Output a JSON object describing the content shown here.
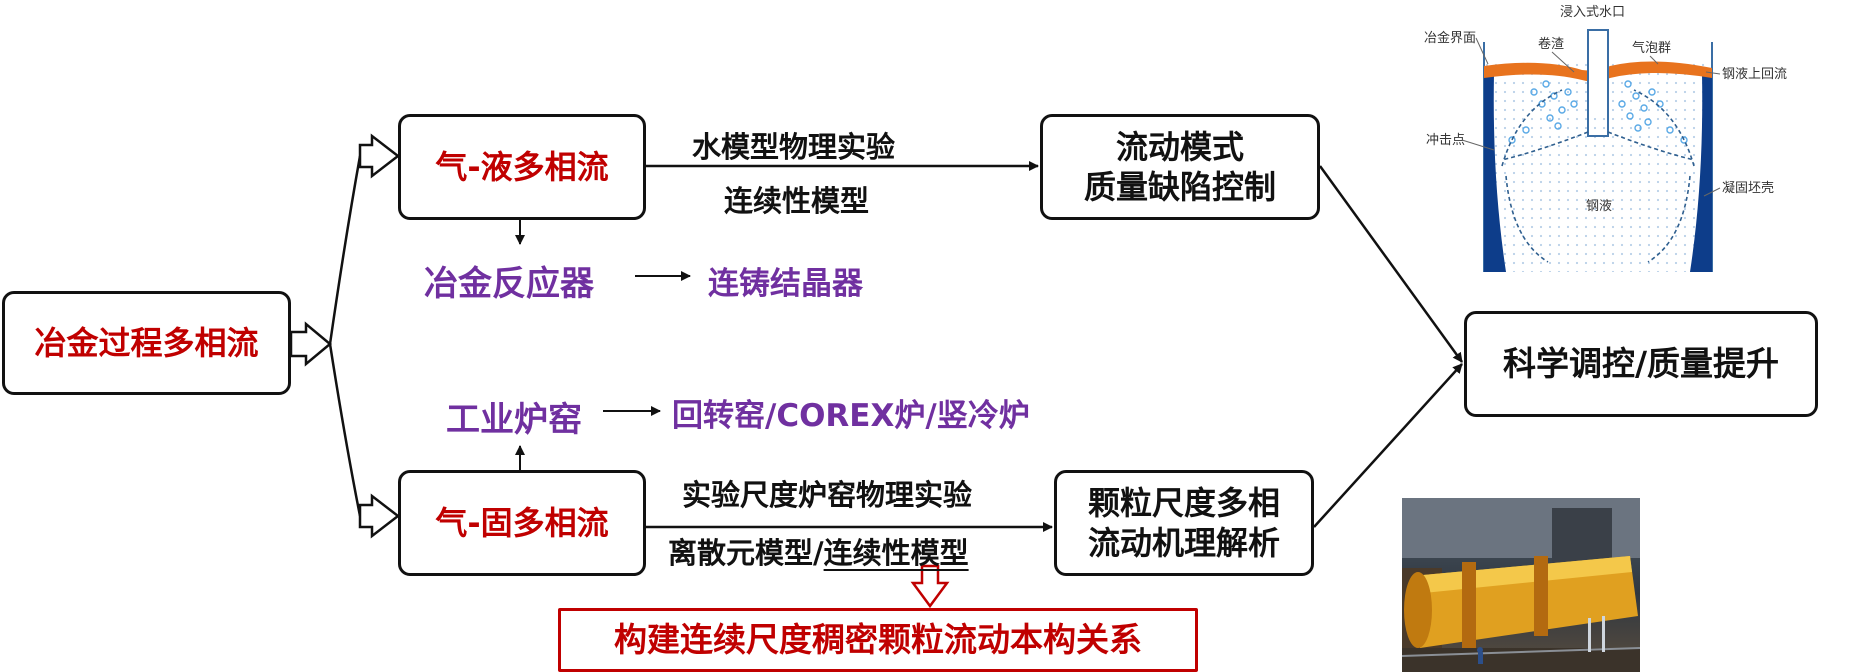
{
  "boxes": {
    "main": "冶金过程多相流",
    "gas_liquid": "气-液多相流",
    "gas_solid": "气-固多相流",
    "flow_pattern_line1": "流动模式",
    "flow_pattern_line2": "质量缺陷控制",
    "particle_line1": "颗粒尺度多相",
    "particle_line2": "流动机理解析",
    "science": "科学调控/质量提升",
    "constitutive": "构建连续尺度稠密颗粒流动本构关系"
  },
  "edge_labels": {
    "water_model": "水模型物理实验",
    "continuum_model": "连续性模型",
    "kiln_experiment": "实验尺度炉窑物理实验",
    "dem_prefix": "离散元模型/",
    "dem_underlined": "连续性模型"
  },
  "branches": {
    "metallurgical_reactor": "冶金反应器",
    "caster_mold": "连铸结晶器",
    "industrial_kiln": "工业炉窑",
    "kiln_types": "回转窑/COREX炉/竖冷炉"
  },
  "mold_figure": {
    "nozzle": "浸入式水口",
    "interface": "冶金界面",
    "entrainment": "卷渣",
    "bubble_curtain": "气泡群",
    "upper_backflow": "钢液上回流",
    "impact_point": "冲击点",
    "molten_steel": "钢液",
    "shell": "凝固坯壳"
  },
  "colors": {
    "red": "#c00000",
    "purple": "#7030a0",
    "slag": "#e8731e",
    "shell": "#0d3d8a",
    "bubble": "#5aa9e6"
  }
}
